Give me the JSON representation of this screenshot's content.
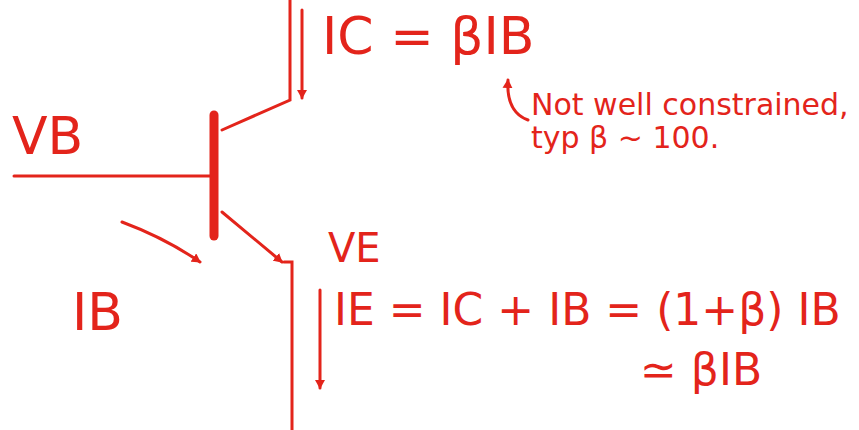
{
  "diagram": {
    "labels": [
      "VB",
      "IC = βIB",
      "Not well constrained, typ β ~ 100.",
      "VE",
      "IB",
      "IE = IC + IB = (1+β) IB",
      "≃ βIB"
    ]
  }
}
